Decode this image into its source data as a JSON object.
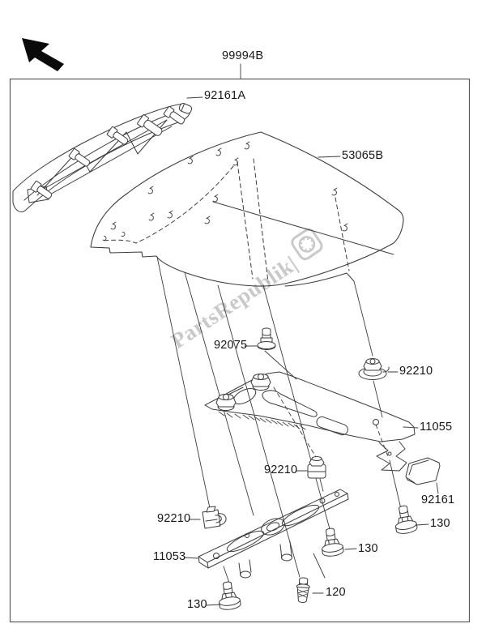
{
  "diagram": {
    "type": "exploded-parts-diagram",
    "labels": [
      {
        "id": "99994B",
        "text": "99994B"
      },
      {
        "id": "92161A",
        "text": "92161A"
      },
      {
        "id": "53065B",
        "text": "53065B"
      },
      {
        "id": "92075",
        "text": "92075"
      },
      {
        "id": "92210_upper",
        "text": "92210"
      },
      {
        "id": "11055",
        "text": "11055"
      },
      {
        "id": "92210_center",
        "text": "92210"
      },
      {
        "id": "92161",
        "text": "92161"
      },
      {
        "id": "130_right",
        "text": "130"
      },
      {
        "id": "92210_left",
        "text": "92210"
      },
      {
        "id": "11053",
        "text": "11053"
      },
      {
        "id": "130_middle",
        "text": "130"
      },
      {
        "id": "120",
        "text": "120"
      },
      {
        "id": "130_bottom_left",
        "text": "130"
      }
    ],
    "colors": {
      "line": "#3c3c3c",
      "border": "#5a5a5a",
      "label": "#161616",
      "background": "#ffffff",
      "watermark": "#c9c9c9"
    },
    "icons": [
      {
        "name": "cursor-arrow-icon",
        "glyph": "up-left solid arrow"
      },
      {
        "name": "gear-badge-icon",
        "glyph": "round gear badge"
      }
    ]
  },
  "watermark": {
    "text": "PartsRepublik|"
  }
}
